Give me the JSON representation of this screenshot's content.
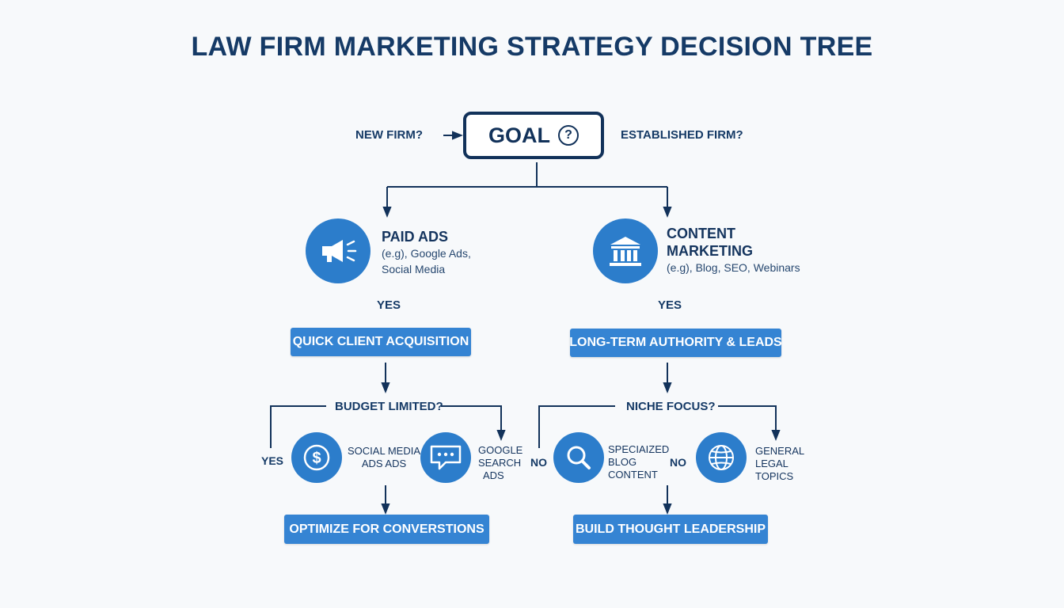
{
  "title": "LAW FIRM MARKETING STRATEGY DECISION TREE",
  "root": {
    "left_question": "NEW FIRM?",
    "center_label": "GOAL",
    "center_icon": "question-mark-icon",
    "center_icon_glyph": "?",
    "right_question": "ESTABLISHED FIRM?"
  },
  "branches": {
    "left": {
      "icon": "megaphone-icon",
      "title": "PAID ADS",
      "desc_line1": "(e.g), Google Ads,",
      "desc_line2": "Social Media",
      "answer": "YES",
      "outcome": "QUICK CLIENT ACQUISITION",
      "question": "BUDGET LIMITED?",
      "yes_label": "YES",
      "option_a": {
        "icon": "dollar-icon",
        "line1": "SOCIAL MEDIA",
        "line2": "ADS ADS"
      },
      "option_b": {
        "icon": "chat-bubble-icon",
        "line1": "GOOGLE",
        "line2": "SEARCH",
        "line3": "ADS"
      },
      "final": "OPTIMIZE FOR CONVERSTIONS"
    },
    "right": {
      "icon": "courthouse-icon",
      "title_line1": "CONTENT",
      "title_line2": "MARKETING",
      "desc": "(e.g), Blog, SEO, Webinars",
      "answer": "YES",
      "outcome": "LONG-TERM AUTHORITY & LEADS",
      "question": "NICHE FOCUS?",
      "no_label_left": "NO",
      "no_label_mid": "NO",
      "option_a": {
        "icon": "magnifier-icon",
        "line1": "SPECIAIZED",
        "line2": "BLOG",
        "line3": "CONTENT"
      },
      "option_b": {
        "icon": "globe-icon",
        "line1": "GENERAL",
        "line2": "LEGAL",
        "line3": "TOPICS"
      },
      "final": "BUILD THOUGHT LEADERSHIP"
    }
  },
  "colors": {
    "navy": "#12325a",
    "accent_blue": "#2c7dcb",
    "button_blue": "#3584d3",
    "background": "#f7f9fb"
  }
}
